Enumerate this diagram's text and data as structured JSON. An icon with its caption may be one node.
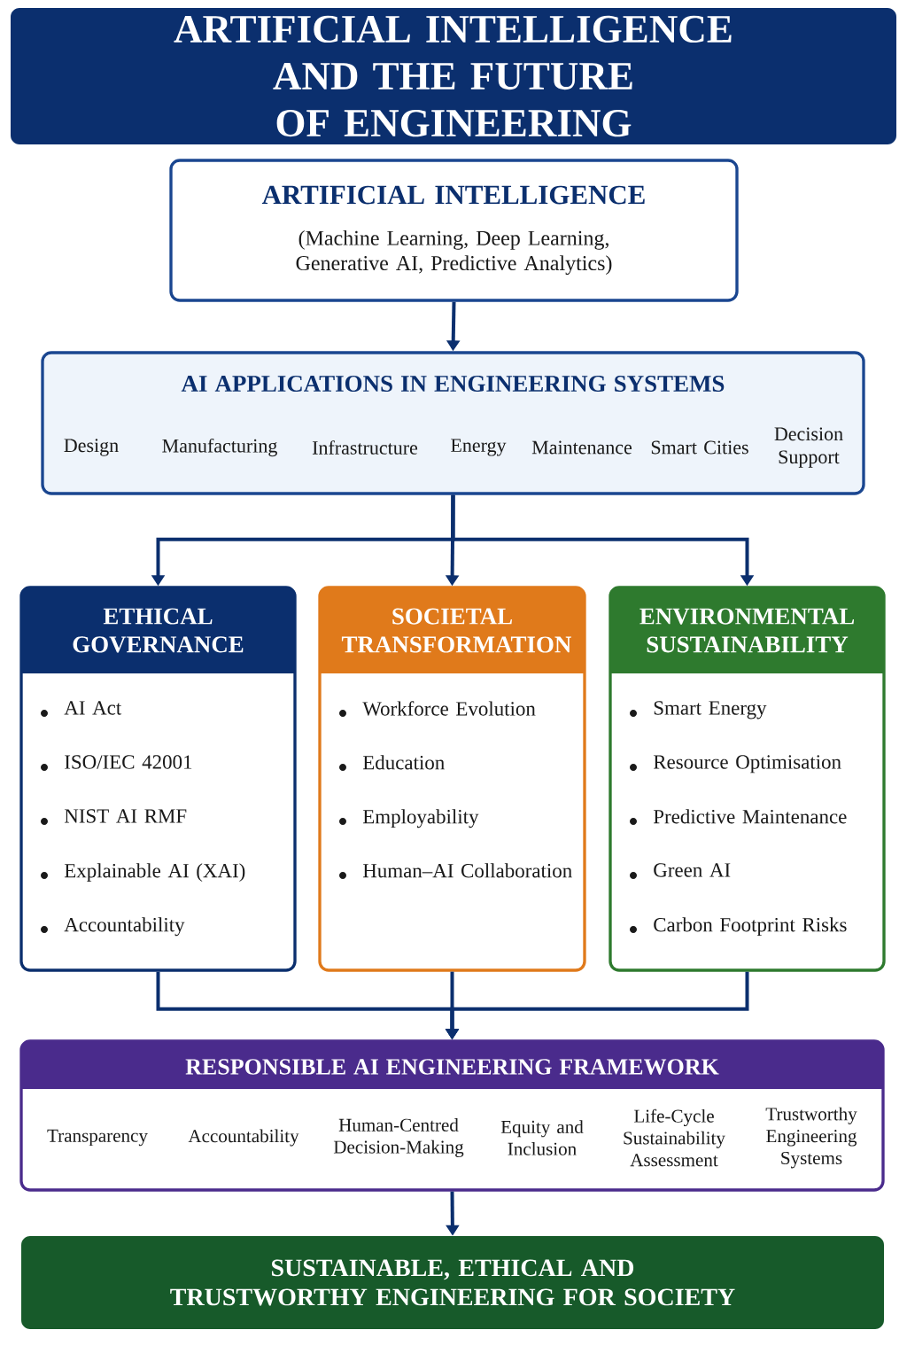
{
  "diagram": {
    "title": "ARTIFICIAL INTELLIGENCE AND THE FUTURE OF ENGINEERING",
    "nodes": [
      {
        "text": [
          "ARTIFICIAL INTELLIGENCE",
          "(Machine Learning, Deep Learning, Generative AI, Predictive Analytics)"
        ]
      },
      {
        "text": [
          "AI APPLICATIONS IN ENGINEERING SYSTEMS"
        ]
      },
      {
        "text": [
          "Design"
        ],
        "in": 1
      },
      {
        "text": [
          "Manufacturing"
        ],
        "in": 1
      },
      {
        "text": [
          "Infrastructure"
        ],
        "in": 1
      },
      {
        "text": [
          "Energy"
        ],
        "in": 1
      },
      {
        "text": [
          "Maintenance"
        ],
        "in": 1
      },
      {
        "text": [
          "Smart Cities"
        ],
        "in": 1
      },
      {
        "text": [
          "Decision Support"
        ],
        "in": 1
      },
      {
        "text": [
          "ETHICAL GOVERNANCE",
          "AI Act",
          "ISO/IEC 42001",
          "NIST AI RMF",
          "Explainable AI (XAI)",
          "Accountability"
        ]
      },
      {
        "text": [
          "SOCIETAL TRANSFORMATION",
          "Workforce Evolution",
          "Education",
          "Employability",
          "Human–AI Collaboration"
        ]
      },
      {
        "text": [
          "ENVIRONMENTAL SUSTAINABILITY",
          "Smart Energy",
          "Resource Optimisation",
          "Predictive Maintenance",
          "Green AI",
          "Carbon Footprint Risks"
        ]
      },
      {
        "text": [
          "RESPONSIBLE AI ENGINEERING FRAMEWORK"
        ]
      },
      {
        "text": [
          "Transparency"
        ],
        "in": 12
      },
      {
        "text": [
          "Accountability"
        ],
        "in": 12
      },
      {
        "text": [
          "Human-Centred Decision-Making"
        ],
        "in": 12
      },
      {
        "text": [
          "Equity and Inclusion"
        ],
        "in": 12
      },
      {
        "text": [
          "Life-Cycle Sustainability Assessment"
        ],
        "in": 12
      },
      {
        "text": [
          "Trustworthy Engineering Systems"
        ],
        "in": 12
      },
      {
        "text": [
          "SUSTAINABLE, ETHICAL AND TRUSTWORTHY ENGINEERING FOR SOCIETY"
        ]
      }
    ],
    "edges": [
      {
        "from": 0,
        "to": 1,
        "arrow": "to"
      },
      {
        "from": 1,
        "to": 9,
        "arrow": "to"
      },
      {
        "from": 1,
        "to": 10,
        "arrow": "to"
      },
      {
        "from": 1,
        "to": 11,
        "arrow": "to"
      },
      {
        "from": 9,
        "to": 12,
        "arrow": "to"
      },
      {
        "from": 10,
        "to": 12,
        "arrow": "to"
      },
      {
        "from": 11,
        "to": 12,
        "arrow": "to"
      },
      {
        "from": 12,
        "to": 19,
        "arrow": "to"
      }
    ]
  }
}
